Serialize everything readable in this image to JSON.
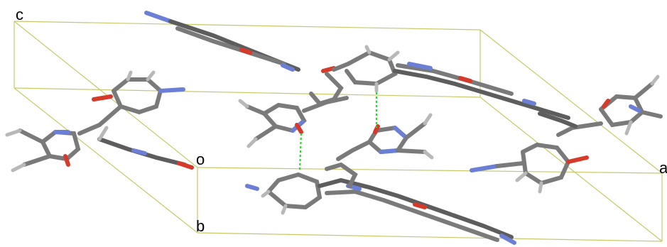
{
  "figure": {
    "axis_labels": {
      "c": "c",
      "o": "o",
      "b": "b",
      "a": "a"
    },
    "colors": {
      "carbon": "#7a7a7a",
      "nitrogen": "#6b7fd6",
      "oxygen": "#d63a2a",
      "hydrogen": "#b8b8b8",
      "unit_cell": "#c8c86a",
      "hydrogen_bond": "#3cc83c"
    }
  }
}
